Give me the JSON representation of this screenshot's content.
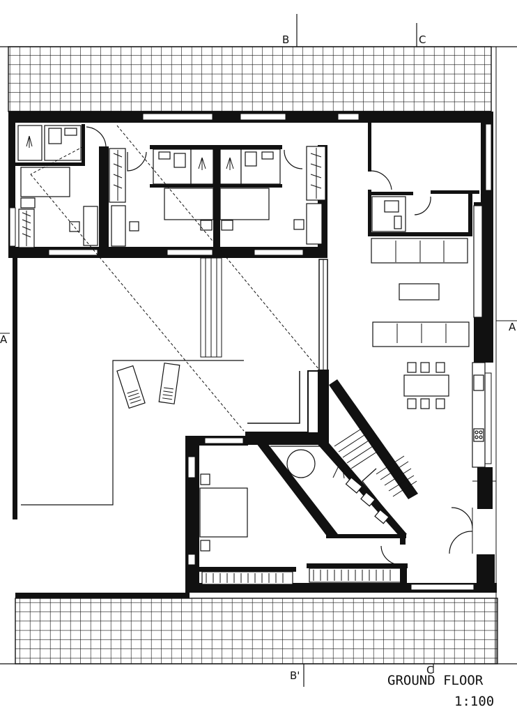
{
  "drawing": {
    "title_line1": "GROUND FLOOR",
    "title_line2": "1:100"
  },
  "section_marks": {
    "b_top": "B",
    "b_bottom": "B'",
    "c_top": "C",
    "c_bottom": "C",
    "a_left": "A",
    "a_right": "A"
  }
}
